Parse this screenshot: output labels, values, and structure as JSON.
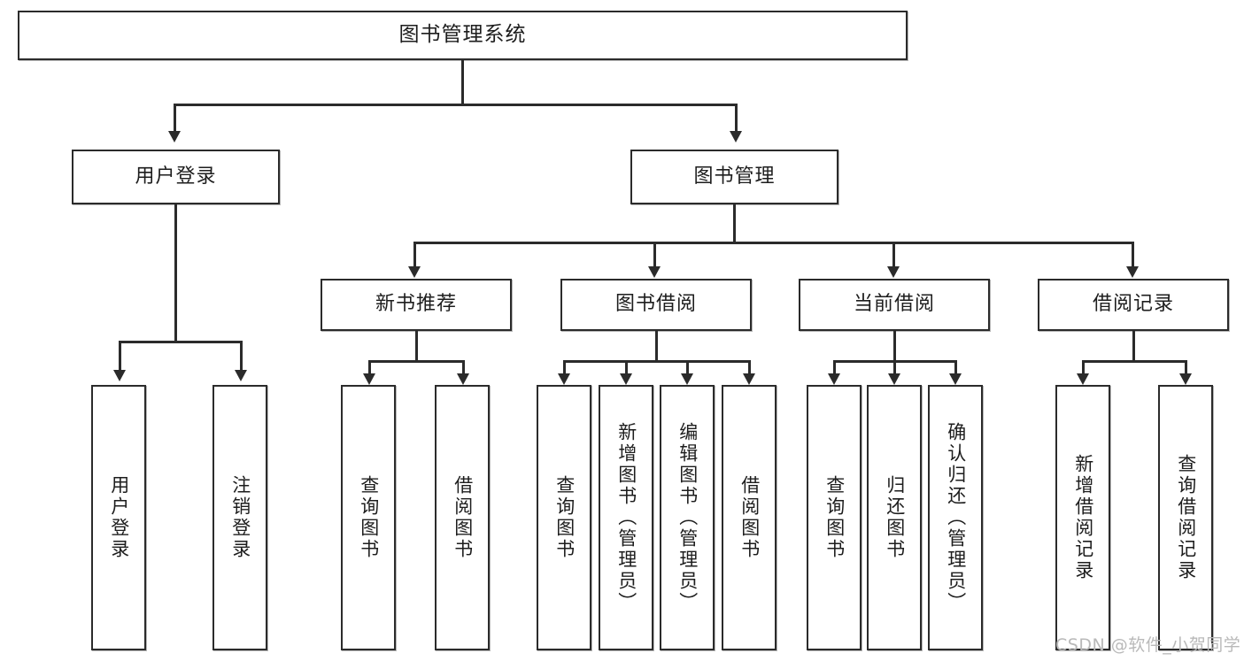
{
  "diagram": {
    "title": "图书管理系统",
    "watermark": "CSDN @软件_小贺同学",
    "accent_color": "#2b2b2b",
    "background_color": "#ffffff",
    "text_color": "#1d1d1d",
    "watermark_color": "#b9b9b9"
  },
  "nodes": {
    "root": {
      "label": "图书管理系统"
    },
    "level2": [
      {
        "label": "用户登录"
      },
      {
        "label": "图书管理"
      }
    ],
    "level3": [
      {
        "label": "新书推荐"
      },
      {
        "label": "图书借阅"
      },
      {
        "label": "当前借阅"
      },
      {
        "label": "借阅记录"
      }
    ],
    "leaves": {
      "user_login": [
        {
          "label": "用户登录"
        },
        {
          "label": "注销登录"
        }
      ],
      "new_book_recommend": [
        {
          "label": "查询图书"
        },
        {
          "label": "借阅图书"
        }
      ],
      "book_borrow": [
        {
          "label": "查询图书"
        },
        {
          "label": "新增图书（管理员）"
        },
        {
          "label": "编辑图书（管理员）"
        },
        {
          "label": "借阅图书"
        }
      ],
      "current_borrow": [
        {
          "label": "查询图书"
        },
        {
          "label": "归还图书"
        },
        {
          "label": "确认归还（管理员）"
        }
      ],
      "borrow_records": [
        {
          "label": "新增借阅记录"
        },
        {
          "label": "查询借阅记录"
        }
      ]
    }
  }
}
